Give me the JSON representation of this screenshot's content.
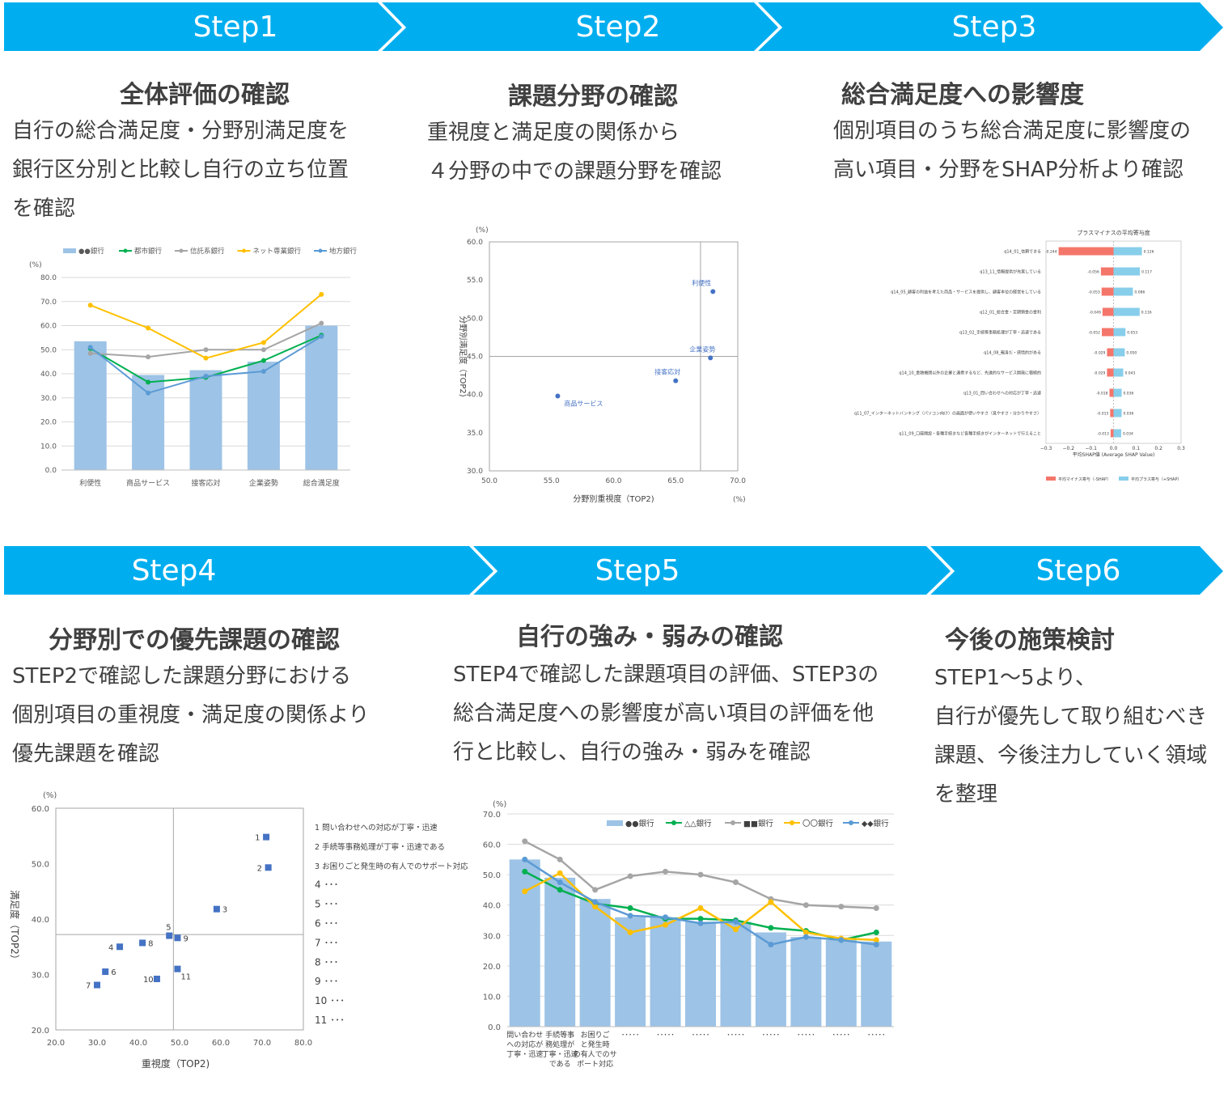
{
  "steps": [
    {
      "label": "Step1",
      "title": "全体評価の確認",
      "desc": "自行の総合満足度・分野別満足度を\n銀行区分別と比較し自行の立ち位置\nを確認"
    },
    {
      "label": "Step2",
      "title": "課題分野の確認",
      "desc": "重視度と満足度の関係から\n４分野の中での課題分野を確認"
    },
    {
      "label": "Step3",
      "title": "総合満足度への影響度",
      "desc": "個別項目のうち総合満足度に影響度の\n高い項目・分野をSHAP分析より確認"
    },
    {
      "label": "Step4",
      "title": "分野別での優先課題の確認",
      "desc": "STEP2で確認した課題分野における\n個別項目の重視度・満足度の関係より\n優先課題を確認"
    },
    {
      "label": "Step5",
      "title": "自行の強み・弱みの確認",
      "desc": "STEP4で確認した課題項目の評価、STEP3の\n総合満足度への影響度が高い項目の評価を他\n行と比較し、自行の強み・弱みを確認"
    },
    {
      "label": "Step6",
      "title": "今後の施策検討",
      "desc": "STEP1～5より、\n自行が優先して取り組むべき\n課題、今後注力していく領域\nを整理"
    }
  ],
  "colors": {
    "arrow": "#00aeef",
    "bar": "#9dc3e6",
    "green": "#00b050",
    "gray": "#a5a5a5",
    "yellow": "#ffc000",
    "blue": "#5b9bd5",
    "pointBlue": "#4472c4",
    "neg": "#f4766a",
    "pos": "#87ceeb"
  },
  "chart_data": [
    {
      "type": "bar",
      "unit": "(%)",
      "categories": [
        "利便性",
        "商品サービス",
        "接客応対",
        "企業姿勢",
        "総合満足度"
      ],
      "ylim": [
        0,
        80
      ],
      "yticks": [
        "0.0",
        "10.0",
        "20.0",
        "30.0",
        "40.0",
        "50.0",
        "60.0",
        "70.0",
        "80.0"
      ],
      "series": [
        {
          "name": "●●銀行",
          "kind": "bar",
          "values": [
            53.5,
            39.5,
            41.5,
            45,
            60
          ]
        },
        {
          "name": "都市銀行",
          "kind": "line",
          "values": [
            50.5,
            36.5,
            38.5,
            45.5,
            56
          ]
        },
        {
          "name": "信託系銀行",
          "kind": "line",
          "values": [
            48.5,
            47,
            50,
            50,
            61
          ]
        },
        {
          "name": "ネット専業銀行",
          "kind": "line",
          "values": [
            68.5,
            59,
            46.5,
            53,
            73
          ]
        },
        {
          "name": "地方銀行",
          "kind": "line",
          "values": [
            51,
            32,
            39,
            41,
            55.5
          ]
        }
      ]
    },
    {
      "type": "scatter",
      "unit_y": "(%)",
      "unit_x": "(%)",
      "xlabel": "分野別重視度（TOP2)",
      "ylabel": "分野別満足度（TOP2)",
      "xlim": [
        50,
        70
      ],
      "ylim": [
        30,
        60
      ],
      "xticks": [
        "50.0",
        "55.0",
        "60.0",
        "65.0",
        "70.0"
      ],
      "yticks": [
        "30.0",
        "35.0",
        "40.0",
        "45.0",
        "50.0",
        "55.0",
        "60.0"
      ],
      "refx": 67,
      "refy": 45,
      "points": [
        {
          "label": "利便性",
          "x": 68,
          "y": 53.5
        },
        {
          "label": "企業姿勢",
          "x": 67.8,
          "y": 44.8
        },
        {
          "label": "接客応対",
          "x": 65,
          "y": 41.8
        },
        {
          "label": "商品サービス",
          "x": 55.5,
          "y": 39.8
        }
      ]
    },
    {
      "type": "bar",
      "orientation": "horizontal",
      "title": "プラスマイナスの平均寄与度",
      "xlabel": "平均SHAP値 (Average SHAP Value)",
      "xlim": [
        -0.3,
        0.3
      ],
      "xticks": [
        "−0.3",
        "−0.2",
        "−0.1",
        "0.0",
        "0.1",
        "0.2",
        "0.3"
      ],
      "items": [
        {
          "label": "q14_01_信頼できる",
          "neg": -0.244,
          "pos": 0.126,
          "negText": "-0.244",
          "posText": "0.126"
        },
        {
          "label": "q13_11_情報提供が充実している",
          "neg": -0.056,
          "pos": 0.117,
          "negText": "-0.056",
          "posText": "0.117"
        },
        {
          "label": "q14_05_顧客の利益を考えた商品・サービスを提供し、顧客本位の経営をしている",
          "neg": -0.053,
          "pos": 0.086,
          "negText": "-0.053",
          "posText": "0.086"
        },
        {
          "label": "q12_01_総合金・定期預金の金利",
          "neg": -0.049,
          "pos": 0.116,
          "negText": "-0.049",
          "posText": "0.116"
        },
        {
          "label": "q13_02_手続等事務処理が丁寧・迅速である",
          "neg": -0.052,
          "pos": 0.053,
          "negText": "-0.052",
          "posText": "0.053"
        },
        {
          "label": "q14_08_親身だ・感情的がある",
          "neg": -0.029,
          "pos": 0.05,
          "negText": "-0.029",
          "posText": "0.050"
        },
        {
          "label": "q14_10_金融機関以外の企業と連携するなど、先進的なサービス開発に積極的",
          "neg": -0.029,
          "pos": 0.043,
          "negText": "-0.029",
          "posText": "0.043"
        },
        {
          "label": "q13_01_問い合わせへの対応が丁寧・迅速",
          "neg": -0.018,
          "pos": 0.036,
          "negText": "-0.018",
          "posText": "0.036"
        },
        {
          "label": "q11_07_インターネットバンキング（パソコン向け）の画面が使いやすさ（見やすさ・分かりやすさ）",
          "neg": -0.015,
          "pos": 0.036,
          "negText": "-0.015",
          "posText": "0.036"
        },
        {
          "label": "q11_09_口座開設・各種手続きなど各種手続きがインターネットで行えること",
          "neg": -0.013,
          "pos": 0.034,
          "negText": "-0.013",
          "posText": "0.034"
        }
      ],
      "legend": [
        "平均マイナス寄与（-SHAP）",
        "平均プラス寄与（+SHAP）"
      ]
    },
    {
      "type": "scatter",
      "unit": "(%)",
      "xlabel": "重視度（TOP2)",
      "ylabel": "満足度（TOP2）",
      "xlim": [
        20,
        80
      ],
      "ylim": [
        20,
        60
      ],
      "xticks": [
        "20.0",
        "30.0",
        "40.0",
        "50.0",
        "60.0",
        "70.0",
        "80.0"
      ],
      "yticks": [
        "20.0",
        "30.0",
        "40.0",
        "50.0",
        "60.0"
      ],
      "refx": 48.5,
      "refy": 37.2,
      "points": [
        {
          "label": "1",
          "x": 71,
          "y": 54.8
        },
        {
          "label": "2",
          "x": 71.5,
          "y": 49.3
        },
        {
          "label": "3",
          "x": 59,
          "y": 41.8
        },
        {
          "label": "4",
          "x": 35.5,
          "y": 35
        },
        {
          "label": "5",
          "x": 47.5,
          "y": 37
        },
        {
          "label": "6",
          "x": 32,
          "y": 30.5
        },
        {
          "label": "7",
          "x": 30,
          "y": 28.1
        },
        {
          "label": "8",
          "x": 41,
          "y": 35.7
        },
        {
          "label": "9",
          "x": 49.5,
          "y": 36.6
        },
        {
          "label": "10",
          "x": 44.5,
          "y": 29.2
        },
        {
          "label": "11",
          "x": 49.5,
          "y": 31
        }
      ],
      "legend": [
        "1 問い合わせへの対応が丁寧・迅速",
        "2 手続等事務処理が丁寧・迅速である",
        "3 お困りごと発生時の有人でのサポート対応",
        "4 ･･･",
        "5 ･･･",
        "6 ･･･",
        "7 ･･･",
        "8 ･･･",
        "9 ･･･",
        "10 ･･･",
        "11 ･･･"
      ]
    },
    {
      "type": "bar",
      "unit": "(%)",
      "ylim": [
        0,
        70
      ],
      "yticks": [
        "0.0",
        "10.0",
        "20.0",
        "30.0",
        "40.0",
        "50.0",
        "60.0",
        "70.0"
      ],
      "categories": [
        "問い合わせ\nへの対応が\n丁寧・迅速",
        "手続等事\n務処理が\n丁寧・迅速\nである",
        "お困りご\nと発生時\nの有人でのサ\nポート対応",
        "･････",
        "･････",
        "･････",
        "･････",
        "･････",
        "･････",
        "･････",
        "･････"
      ],
      "series": [
        {
          "name": "●●銀行",
          "kind": "bar",
          "values": [
            55,
            49,
            42,
            36,
            36,
            34.5,
            34.5,
            31,
            29.5,
            28.5,
            28
          ]
        },
        {
          "name": "△△銀行",
          "kind": "line",
          "values": [
            51,
            45,
            40.5,
            39,
            35.5,
            35.5,
            35,
            32.5,
            31.5,
            28.5,
            31
          ]
        },
        {
          "name": "■■銀行",
          "kind": "line",
          "values": [
            61,
            55,
            45,
            49.5,
            51,
            50,
            47.5,
            42,
            40,
            39.5,
            39
          ]
        },
        {
          "name": "〇〇銀行",
          "kind": "line",
          "values": [
            44.5,
            50.5,
            39.5,
            31,
            33.5,
            39,
            32,
            41,
            31,
            29,
            28.5
          ]
        },
        {
          "name": "◆◆銀行",
          "kind": "line",
          "values": [
            55,
            47.5,
            41,
            36.5,
            36,
            34,
            34.5,
            27,
            29.5,
            28.5,
            27
          ]
        }
      ]
    }
  ]
}
